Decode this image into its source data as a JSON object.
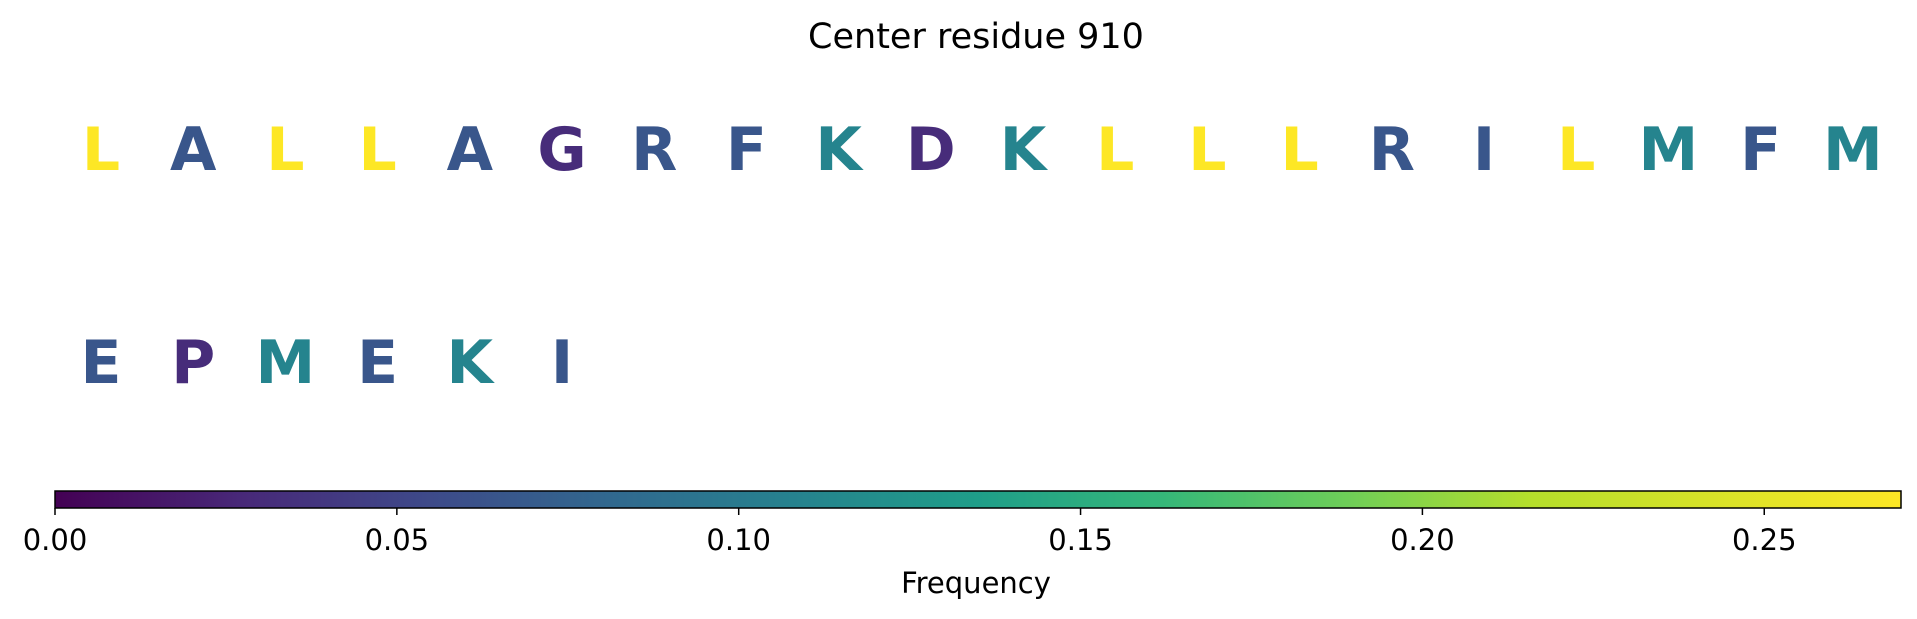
{
  "chart_data": {
    "type": "table",
    "title": "Center residue 910",
    "residues": [
      {
        "letter": "L",
        "value": 0.27
      },
      {
        "letter": "A",
        "value": 0.065
      },
      {
        "letter": "L",
        "value": 0.27
      },
      {
        "letter": "L",
        "value": 0.27
      },
      {
        "letter": "A",
        "value": 0.065
      },
      {
        "letter": "G",
        "value": 0.03
      },
      {
        "letter": "R",
        "value": 0.065
      },
      {
        "letter": "F",
        "value": 0.065
      },
      {
        "letter": "K",
        "value": 0.11
      },
      {
        "letter": "D",
        "value": 0.03
      },
      {
        "letter": "K",
        "value": 0.11
      },
      {
        "letter": "L",
        "value": 0.27
      },
      {
        "letter": "L",
        "value": 0.27
      },
      {
        "letter": "L",
        "value": 0.27
      },
      {
        "letter": "R",
        "value": 0.065
      },
      {
        "letter": "I",
        "value": 0.065
      },
      {
        "letter": "L",
        "value": 0.27
      },
      {
        "letter": "M",
        "value": 0.11
      },
      {
        "letter": "F",
        "value": 0.065
      },
      {
        "letter": "M",
        "value": 0.11
      },
      {
        "letter": "E",
        "value": 0.065
      },
      {
        "letter": "P",
        "value": 0.03
      },
      {
        "letter": "M",
        "value": 0.11
      },
      {
        "letter": "E",
        "value": 0.065
      },
      {
        "letter": "K",
        "value": 0.11
      },
      {
        "letter": "I",
        "value": 0.065
      }
    ],
    "colorbar": {
      "label": "Frequency",
      "colormap": "viridis",
      "range": [
        0,
        0.27
      ],
      "ticks": [
        0.0,
        0.05,
        0.1,
        0.15,
        0.2,
        0.25
      ],
      "tick_labels": [
        "0.00",
        "0.05",
        "0.10",
        "0.15",
        "0.20",
        "0.25"
      ]
    }
  }
}
